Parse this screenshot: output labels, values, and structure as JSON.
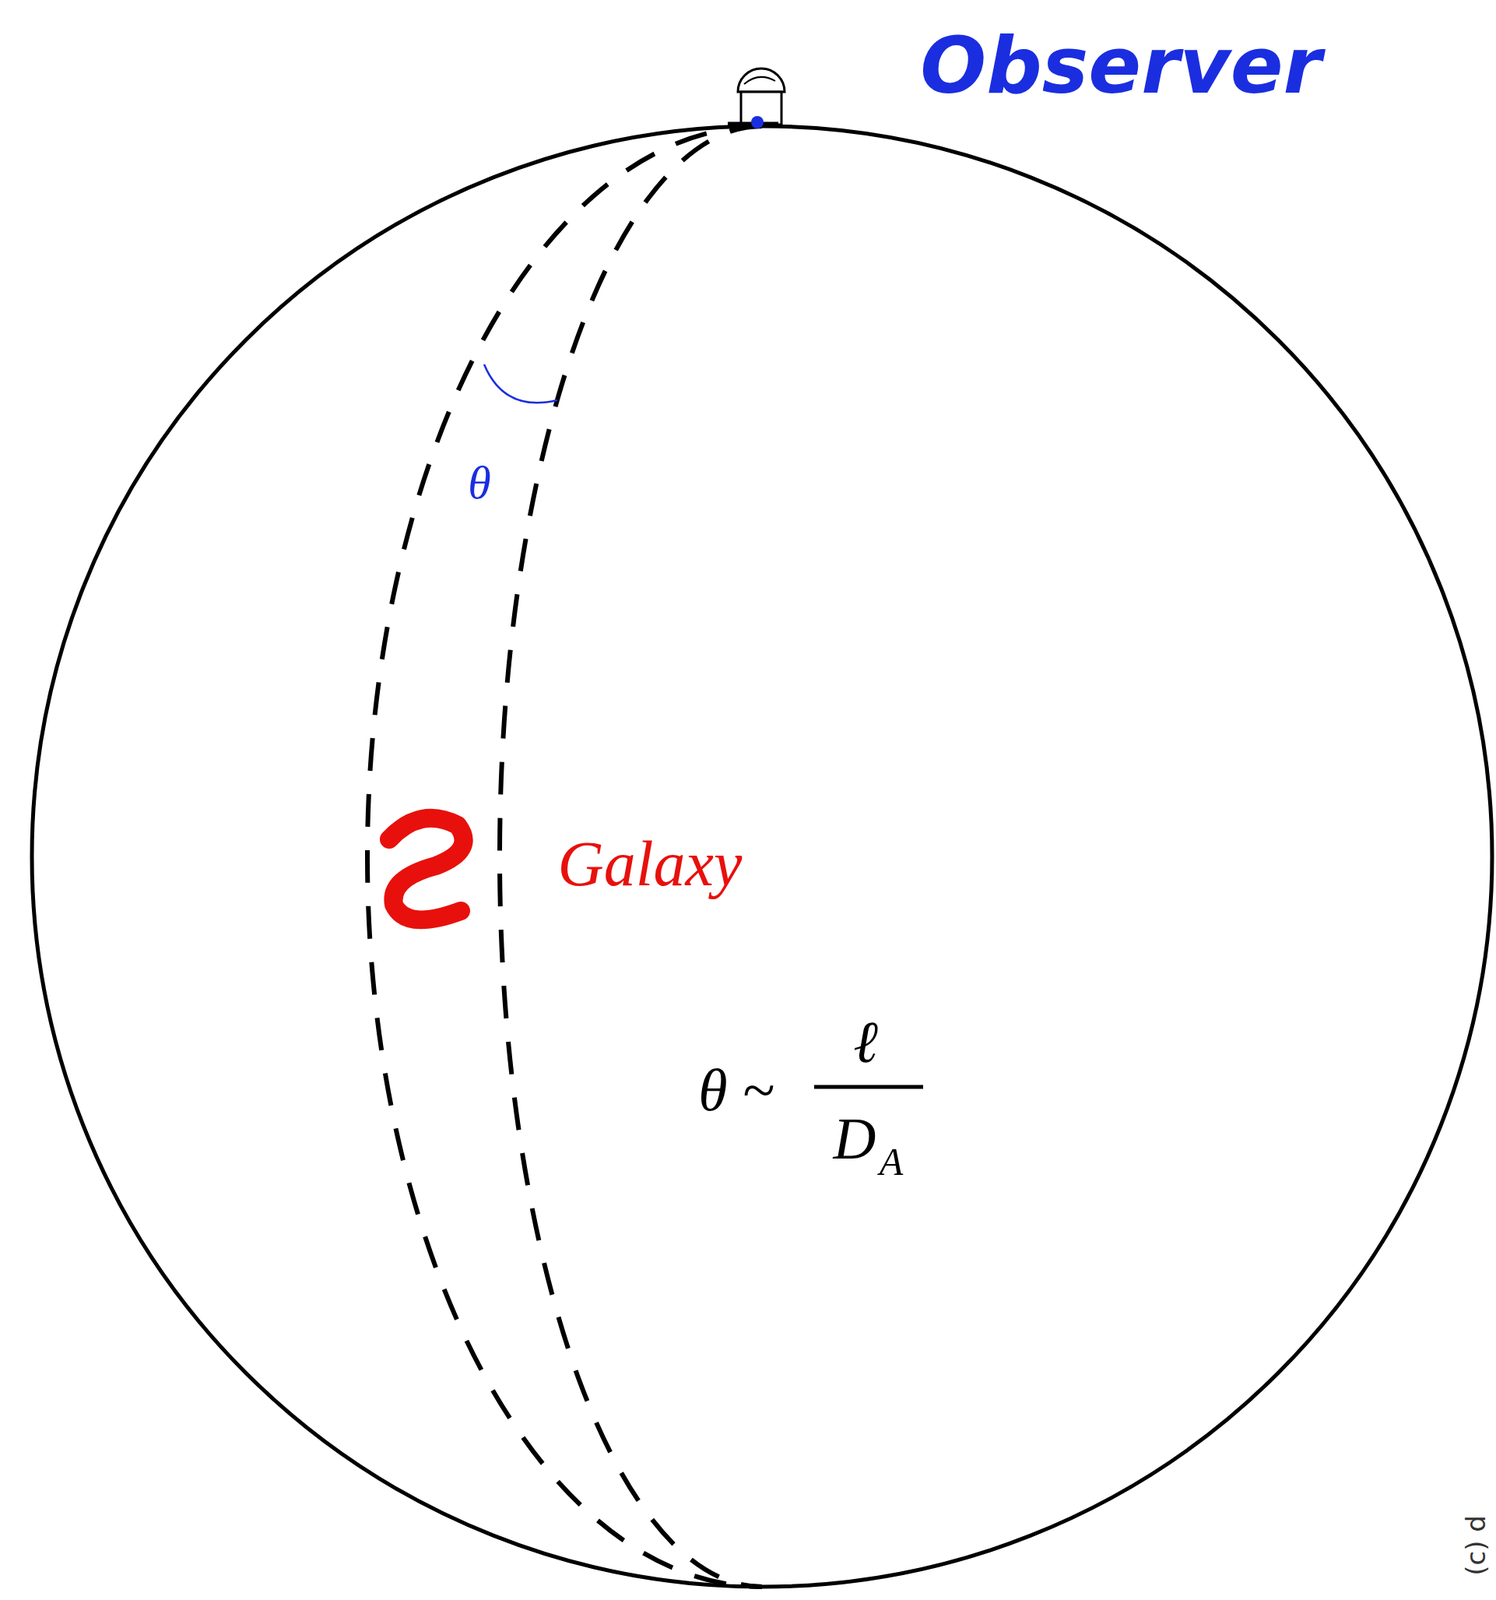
{
  "diagram": {
    "labels": [
      "Observer",
      "θ",
      "Galaxy",
      "θ ~",
      "ℓ",
      "D",
      "A",
      "(c) d"
    ]
  }
}
